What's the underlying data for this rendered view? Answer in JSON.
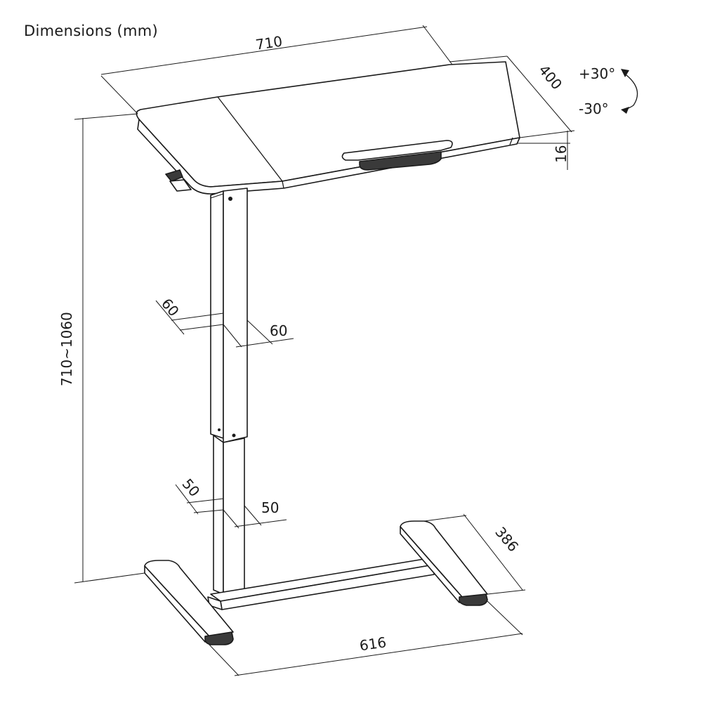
{
  "title": "Dimensions (mm)",
  "dimensions": {
    "width": "710",
    "depth": "400",
    "thickness": "16",
    "height_range": "710~1060",
    "upper_column_a": "60",
    "upper_column_b": "60",
    "lower_column_a": "50",
    "lower_column_b": "50",
    "foot_length": "386",
    "base_width": "616"
  },
  "tilt": {
    "up": "+30°",
    "down": "-30°"
  }
}
